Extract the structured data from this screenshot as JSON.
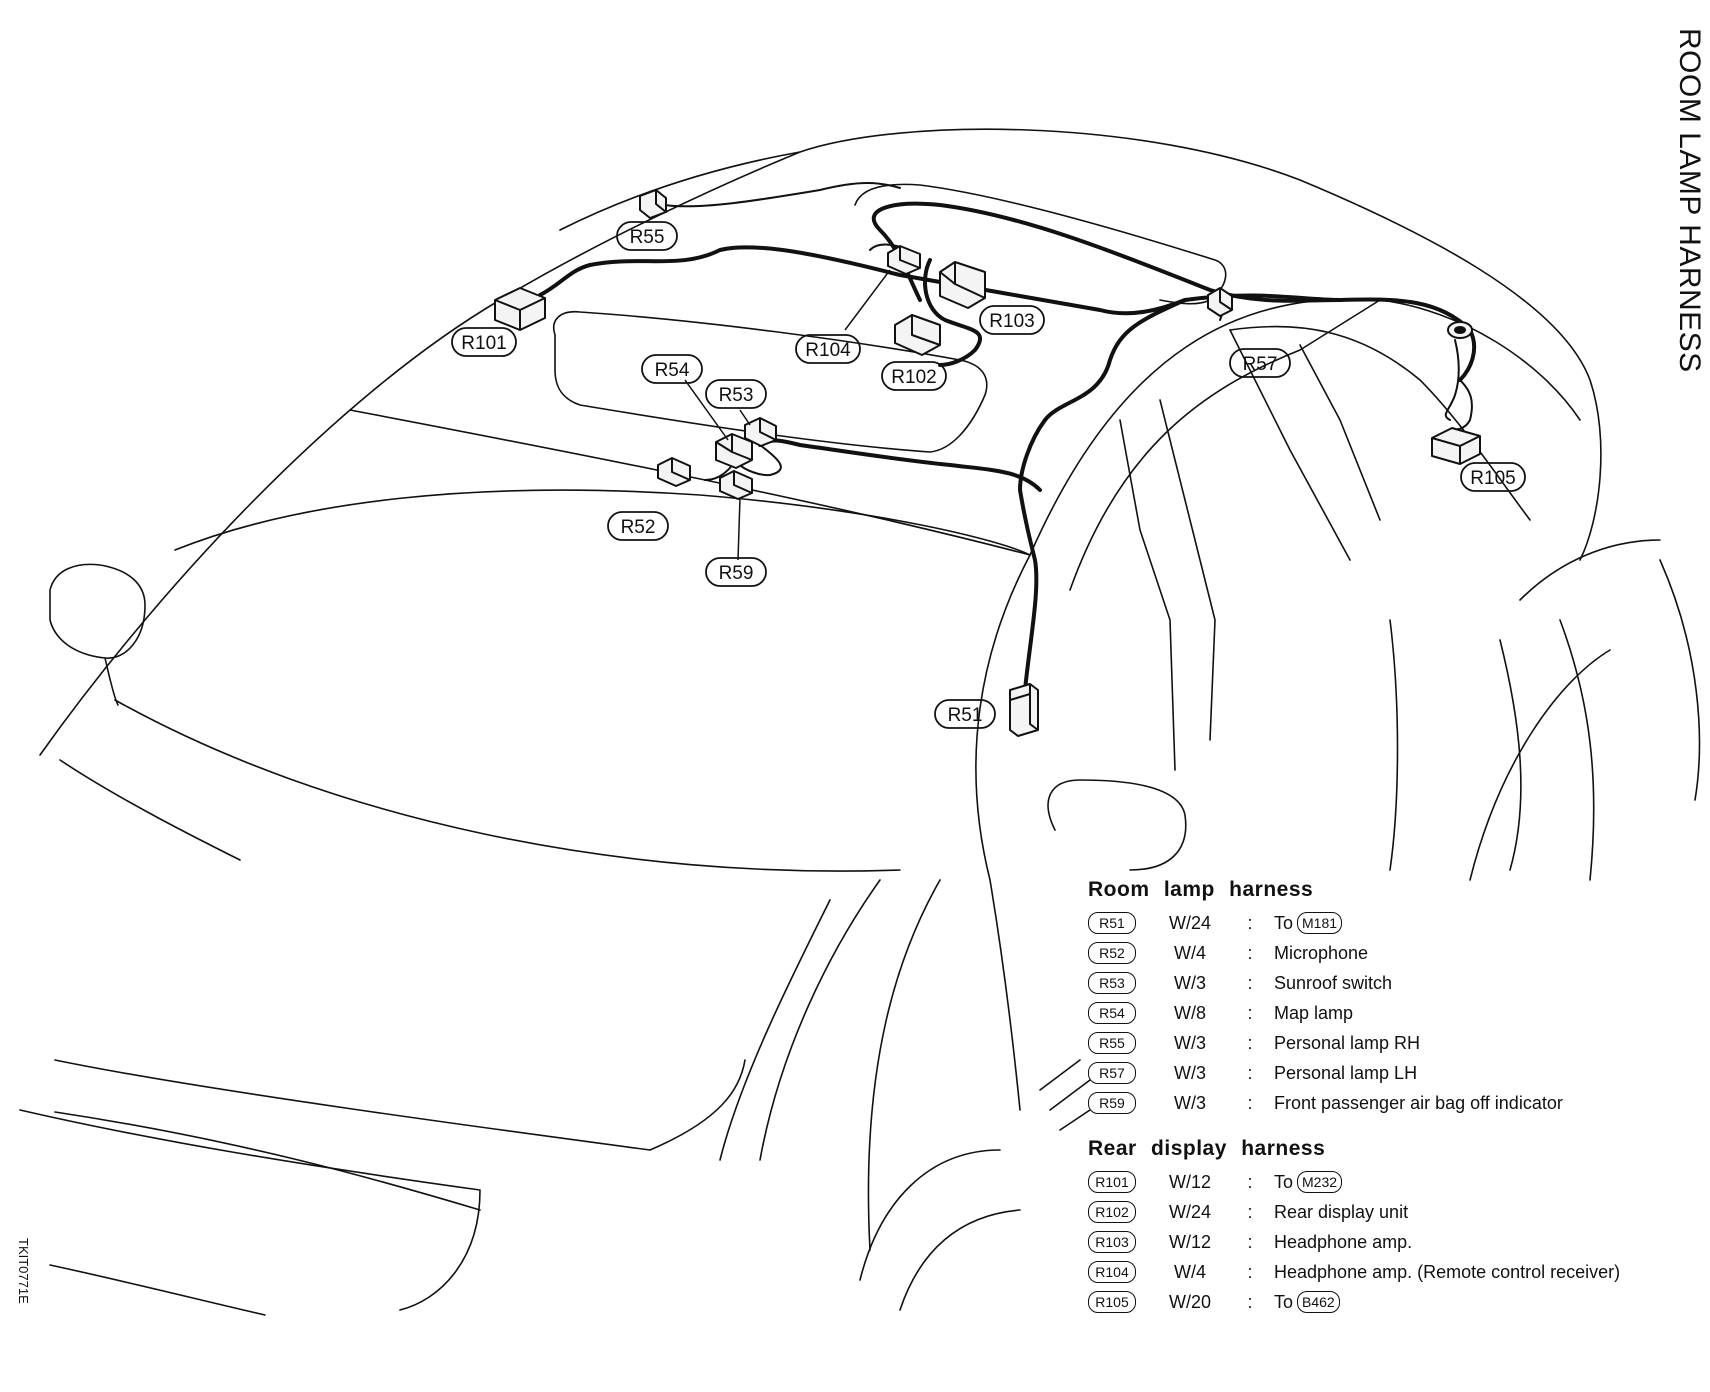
{
  "title": "ROOM LAMP HARNESS",
  "figure_code": "TKIT0771E",
  "callouts": {
    "r51": "R51",
    "r52": "R52",
    "r53": "R53",
    "r54": "R54",
    "r55": "R55",
    "r57": "R57",
    "r59": "R59",
    "r101": "R101",
    "r102": "R102",
    "r103": "R103",
    "r104": "R104",
    "r105": "R105"
  },
  "legend": {
    "room_lamp": {
      "heading": "Room lamp harness",
      "rows": [
        {
          "code": "R51",
          "wire": "W/24",
          "sep": ":",
          "desc": "To",
          "to": "M181"
        },
        {
          "code": "R52",
          "wire": "W/4",
          "sep": ":",
          "desc": "Microphone"
        },
        {
          "code": "R53",
          "wire": "W/3",
          "sep": ":",
          "desc": "Sunroof switch"
        },
        {
          "code": "R54",
          "wire": "W/8",
          "sep": ":",
          "desc": "Map lamp"
        },
        {
          "code": "R55",
          "wire": "W/3",
          "sep": ":",
          "desc": "Personal lamp RH"
        },
        {
          "code": "R57",
          "wire": "W/3",
          "sep": ":",
          "desc": "Personal lamp LH"
        },
        {
          "code": "R59",
          "wire": "W/3",
          "sep": ":",
          "desc": "Front passenger air bag off indicator"
        }
      ]
    },
    "rear_display": {
      "heading": "Rear display harness",
      "rows": [
        {
          "code": "R101",
          "wire": "W/12",
          "sep": ":",
          "desc": "To",
          "to": "M232"
        },
        {
          "code": "R102",
          "wire": "W/24",
          "sep": ":",
          "desc": "Rear display unit"
        },
        {
          "code": "R103",
          "wire": "W/12",
          "sep": ":",
          "desc": "Headphone amp."
        },
        {
          "code": "R104",
          "wire": "W/4",
          "sep": ":",
          "desc": "Headphone amp. (Remote control receiver)"
        },
        {
          "code": "R105",
          "wire": "W/20",
          "sep": ":",
          "desc": "To",
          "to": "B462"
        }
      ]
    }
  }
}
